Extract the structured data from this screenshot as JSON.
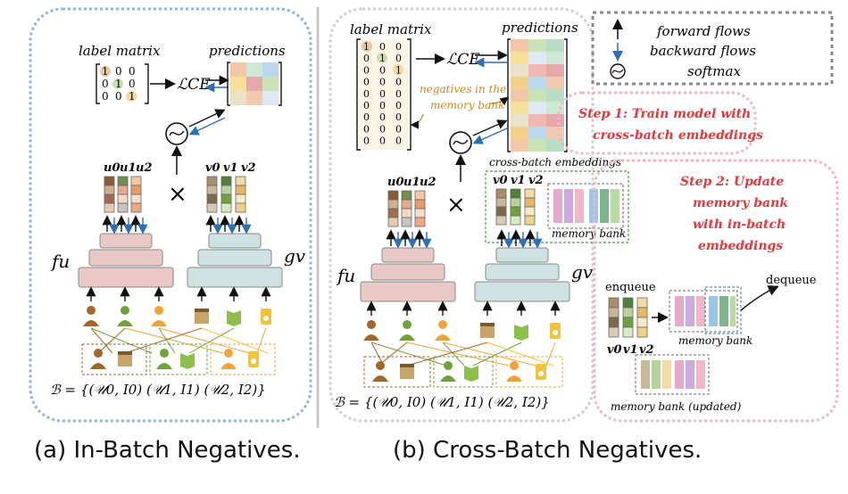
{
  "panel_a": {
    "label_matrix_title": "label matrix",
    "predictions_title": "predictions",
    "loss": "ℒCE",
    "encoder_user": "fu",
    "encoder_item": "gv",
    "user_embed_labels": [
      "u0",
      "u1",
      "u2"
    ],
    "item_embed_labels": [
      "v0",
      "v1",
      "v2"
    ],
    "label_matrix": [
      [
        "1",
        "0",
        "0"
      ],
      [
        "0",
        "1",
        "0"
      ],
      [
        "0",
        "0",
        "1"
      ]
    ],
    "batch_formula": "ℬ = {(𝒰0, I0)   (𝒰1, I1)   (𝒰2, I2)}",
    "caption": "(a) In-Batch Negatives."
  },
  "panel_b": {
    "label_matrix_title": "label matrix",
    "predictions_title": "predictions",
    "loss": "ℒCE",
    "negatives_note_line1": "negatives in the",
    "negatives_note_line2": "memory bank",
    "cross_batch_title": "cross-batch embeddings",
    "memory_bank_label": "memory bank",
    "encoder_user": "fu",
    "encoder_item": "gv",
    "user_embed_labels": [
      "u0",
      "u1",
      "u2"
    ],
    "item_embed_labels": [
      "v0",
      "v1",
      "v2"
    ],
    "label_matrix": [
      [
        "1",
        "0",
        "0"
      ],
      [
        "0",
        "1",
        "0"
      ],
      [
        "0",
        "0",
        "1"
      ],
      [
        "0",
        "0",
        "0"
      ],
      [
        "0",
        "0",
        "0"
      ],
      [
        "0",
        "0",
        "0"
      ],
      [
        "0",
        "0",
        "0"
      ],
      [
        "0",
        "0",
        "0"
      ],
      [
        "0",
        "0",
        "0"
      ]
    ],
    "batch_formula": "ℬ = {(𝒰0, I0)   (𝒰1, I1)   (𝒰2, I2)}",
    "caption": "(b) Cross-Batch Negatives."
  },
  "legend": {
    "forward": "forward flows",
    "backward": "backward flows",
    "softmax": "softmax"
  },
  "steps": {
    "step1_line1": "Step 1: Train model with",
    "step1_line2": "cross-batch embeddings",
    "step2_line1": "Step 2: Update",
    "step2_line2": "memory bank",
    "step2_line3": "with in-batch",
    "step2_line4": "embeddings"
  },
  "queue": {
    "enqueue": "enqueue",
    "dequeue": "dequeue",
    "labels": [
      "v0",
      "v1",
      "v2"
    ],
    "memory_bank": "memory bank",
    "memory_bank_updated": "memory bank (updated)"
  },
  "colors": {
    "user_encoder": "#e8c9c6",
    "item_encoder": "#cfe2e2",
    "brown": "#a3652a",
    "green": "#6fa23a",
    "orange": "#f2a23c",
    "panel_a_border": "#8fb6d6",
    "panel_b_border": "#cfcfcf",
    "step1_border": "#f3b6c1",
    "step_text": "#e0393e",
    "note_text": "#c98a1d",
    "backward_arrow": "#2f6fb5"
  }
}
